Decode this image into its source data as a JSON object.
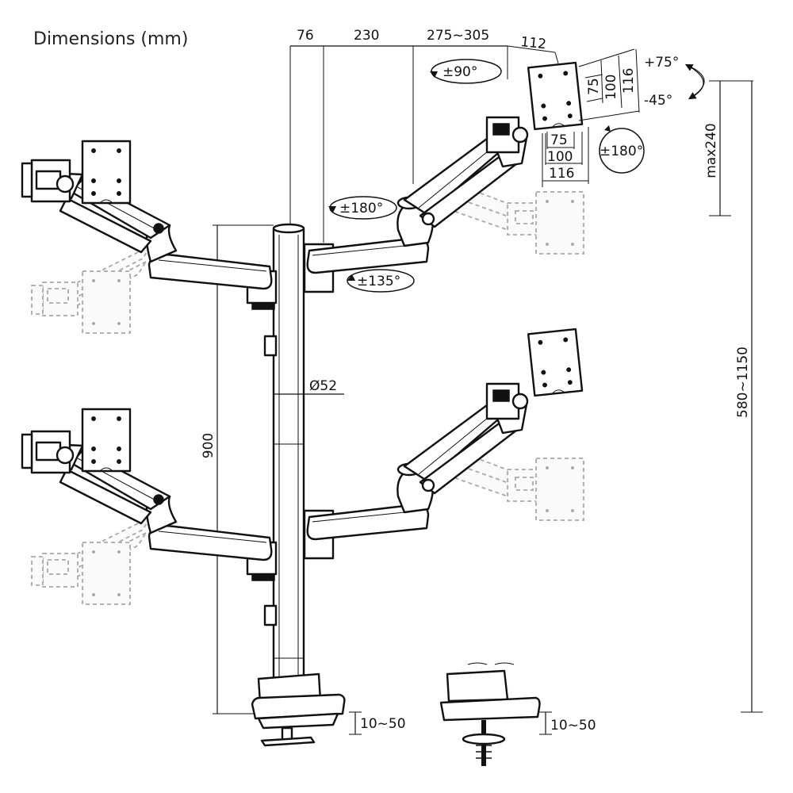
{
  "title": "Dimensions (mm)",
  "dimensions": {
    "d76": "76",
    "d230": "230",
    "d275_305": "275~305",
    "d112": "112",
    "pole_diameter": "Ø52",
    "pole_height": "900",
    "total_height": "580~1150",
    "max_height": "max240",
    "clamp_thickness_left": "10~50",
    "clamp_thickness_right": "10~50"
  },
  "vesa": {
    "h75": "75",
    "h100": "100",
    "h116": "116",
    "v75": "75",
    "v100": "100",
    "v116": "116"
  },
  "rotations": {
    "rotate": "±90°",
    "swivel_arm": "±180°",
    "swivel_head": "±180°",
    "swivel_base": "±135°",
    "tilt_up": "+75°",
    "tilt_down": "-45°"
  }
}
